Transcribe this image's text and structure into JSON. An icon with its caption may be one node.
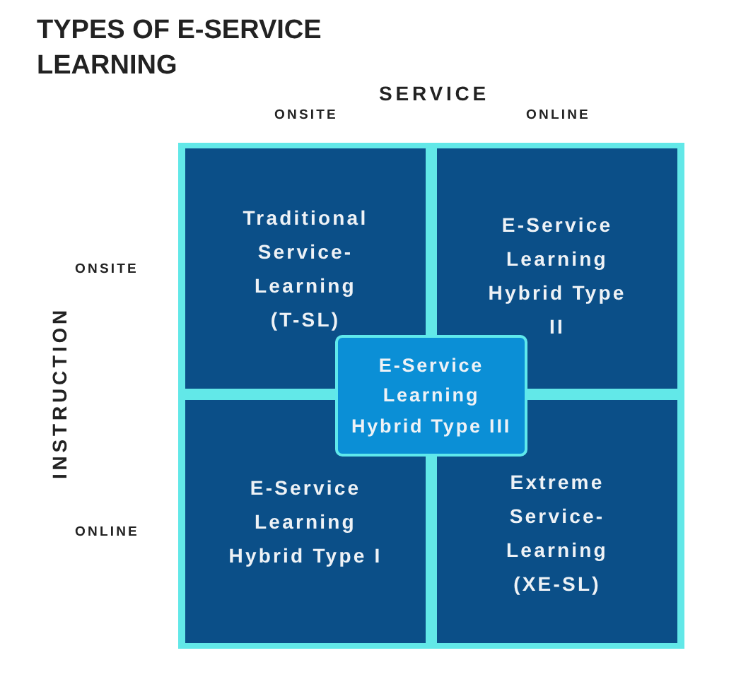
{
  "diagram": {
    "title": "TYPES OF E-SERVICE LEARNING",
    "nodes": [
      {
        "text": [
          "Traditional Service-Learning (T-SL)"
        ]
      },
      {
        "text": [
          "E-Service Learning Hybrid Type II"
        ]
      },
      {
        "text": [
          "E-Service Learning Hybrid Type III"
        ]
      },
      {
        "text": [
          "E-Service Learning Hybrid Type I"
        ]
      },
      {
        "text": [
          "Extreme Service-Learning (XE-SL)"
        ]
      }
    ],
    "labels": [
      "SERVICE",
      "ONSITE",
      "ONLINE",
      "ONSITE",
      "INSTRUCTION",
      "ONLINE"
    ]
  }
}
